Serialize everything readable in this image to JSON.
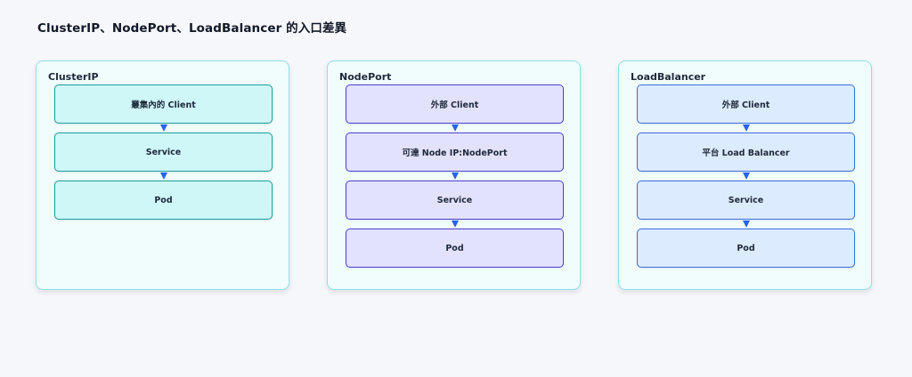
{
  "title": "ClusterIP、NodePort、LoadBalancer 的入口差異",
  "columns": [
    {
      "title": "ClusterIP",
      "boxes": [
        "叢集內的 Client",
        "Service",
        "Pod"
      ]
    },
    {
      "title": "NodePort",
      "boxes": [
        "外部 Client",
        "可達 Node IP:NodePort",
        "Service",
        "Pod"
      ]
    },
    {
      "title": "LoadBalancer",
      "boxes": [
        "外部 Client",
        "平台 Load Balancer",
        "Service",
        "Pod"
      ]
    }
  ],
  "colors": {
    "arrow": "#2563eb",
    "panel_border": "#8ee0e4",
    "clusterip_box_border": "#1a9d9d",
    "nodeport_box_border": "#4a3fd0",
    "loadbalancer_box_border": "#3b6fde"
  }
}
